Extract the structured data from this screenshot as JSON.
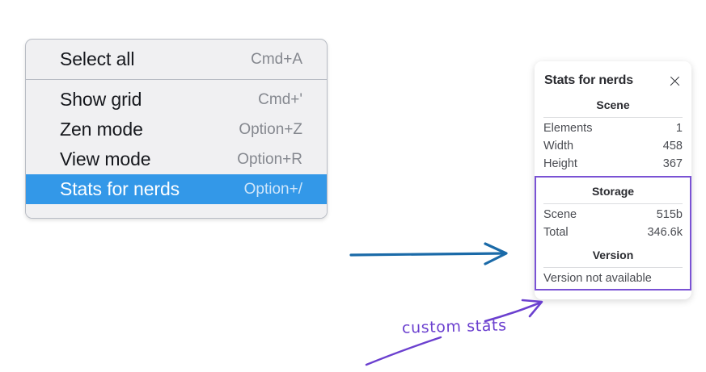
{
  "context_menu": {
    "groups": [
      {
        "items": [
          {
            "label": "Select all",
            "shortcut": "Cmd+A",
            "selected": false
          }
        ]
      },
      {
        "items": [
          {
            "label": "Show grid",
            "shortcut": "Cmd+'",
            "selected": false
          },
          {
            "label": "Zen mode",
            "shortcut": "Option+Z",
            "selected": false
          },
          {
            "label": "View mode",
            "shortcut": "Option+R",
            "selected": false
          },
          {
            "label": "Stats for nerds",
            "shortcut": "Option+/",
            "selected": true
          }
        ]
      }
    ]
  },
  "stats_panel": {
    "title": "Stats for nerds",
    "close_icon": "close-icon",
    "scene": {
      "heading": "Scene",
      "rows": [
        {
          "key": "Elements",
          "value": "1"
        },
        {
          "key": "Width",
          "value": "458"
        },
        {
          "key": "Height",
          "value": "367"
        }
      ]
    },
    "storage": {
      "heading": "Storage",
      "rows": [
        {
          "key": "Scene",
          "value": "515b"
        },
        {
          "key": "Total",
          "value": "346.6k"
        }
      ]
    },
    "version": {
      "heading": "Version",
      "text": "Version not available"
    }
  },
  "annotations": {
    "custom_stats_label": "custom stats",
    "arrow_blue_color": "#1a6aa8",
    "arrow_purple_color": "#6b40cf",
    "highlight_color": "#3398e8",
    "custom_box_border_color": "#7a52d4"
  }
}
